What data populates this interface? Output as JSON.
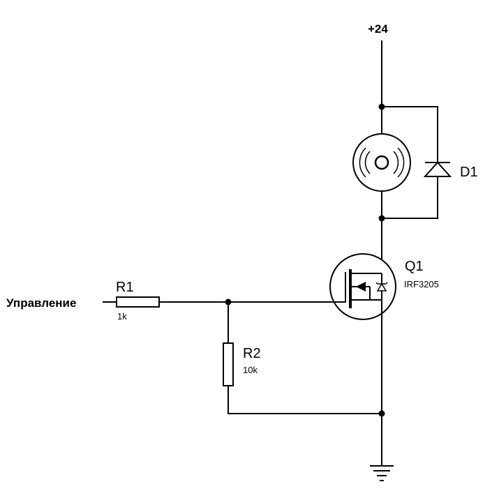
{
  "supply": {
    "label": "+24"
  },
  "input": {
    "label": "Управление"
  },
  "components": {
    "r1": {
      "ref": "R1",
      "value": "1k"
    },
    "r2": {
      "ref": "R2",
      "value": "10k"
    },
    "q1": {
      "ref": "Q1",
      "value": "IRF3205"
    },
    "d1": {
      "ref": "D1"
    }
  }
}
